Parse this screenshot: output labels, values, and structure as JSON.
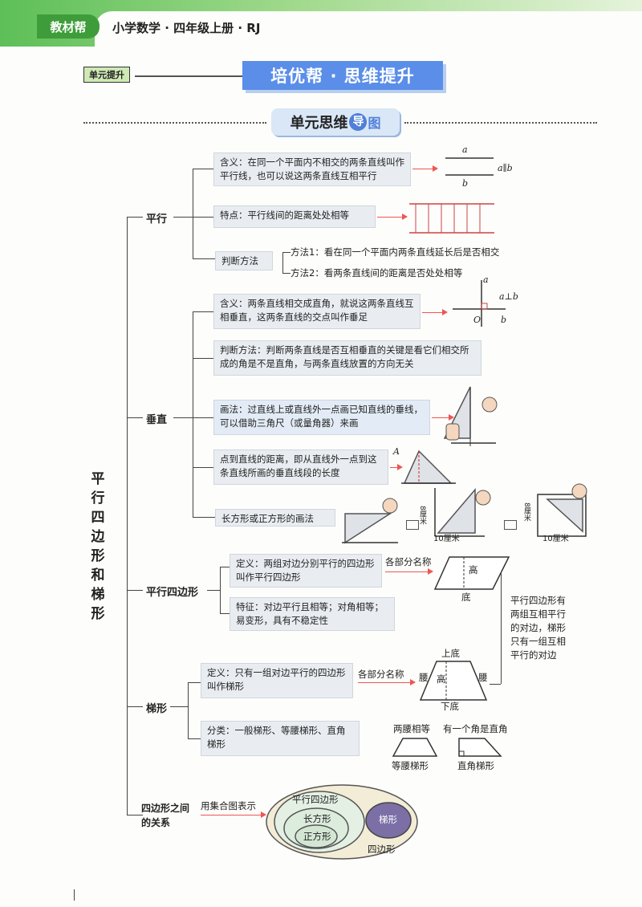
{
  "header": {
    "brand": "教材帮",
    "book": "小学数学 · 四年级上册 · RJ"
  },
  "section": {
    "tag": "单元提升",
    "title": "培优帮 · 思维提升",
    "subtitle": "单元思维",
    "badge1": "导",
    "badge2": "图"
  },
  "root": "平行四边形和梯形",
  "parallel": {
    "label": "平行",
    "definition": "含义：在同一个平面内不相交的两条直线叫作平行线，也可以说这两条直线互相平行",
    "fig_a": "a",
    "fig_b": "b",
    "fig_rel": "a∥b",
    "feature": "特点：平行线间的距离处处相等",
    "judge_label": "判断方法",
    "method1": "方法1：看在同一个平面内两条直线延长后是否相交",
    "method2": "方法2：看两条直线间的距离是否处处相等"
  },
  "perpendicular": {
    "label": "垂直",
    "definition": "含义：两条直线相交成直角，就说这两条直线互相垂直，这两条直线的交点叫作垂足",
    "fig_a": "a",
    "fig_b": "b",
    "fig_o": "O",
    "fig_rel": "a⊥b",
    "judge": "判断方法：判断两条直线是否互相垂直的关键是看它们相交所成的角是不是直角，与两条直线放置的方向无关",
    "draw": "画法：过直线上或直线外一点画已知直线的垂线，可以借助三角尺（或量角器）来画",
    "distance": "点到直线的距离，即从直线外一点到这条直线所画的垂直线段的长度",
    "fig_A": "A",
    "rect": "长方形或正方形的画法",
    "len_8": "8厘米",
    "len_10": "10厘米"
  },
  "parallelogram": {
    "label": "平行四边形",
    "definition": "定义：两组对边分别平行的四边形叫作平行四边形",
    "parts_label": "各部分名称",
    "height": "高",
    "base": "底",
    "feature": "特征：对边平行且相等；对角相等；易变形，具有不稳定性",
    "compare": "平行四边形有两组互相平行的对边，梯形只有一组互相平行的对边"
  },
  "trapezoid": {
    "label": "梯形",
    "definition": "定义：只有一组对边平行的四边形叫作梯形",
    "parts_label": "各部分名称",
    "top": "上底",
    "bottom": "下底",
    "leg_left": "腰",
    "leg_right": "腰",
    "height": "高",
    "classify": "分类：一般梯形、等腰梯形、直角梯形",
    "iso_note": "两腰相等",
    "right_note": "有一个角是直角",
    "iso_name": "等腰梯形",
    "right_name": "直角梯形"
  },
  "relation": {
    "label": "四边形之间的关系",
    "method": "用集合图表示",
    "set_parallelogram": "平行四边形",
    "set_rectangle": "长方形",
    "set_square": "正方形",
    "set_trapezoid": "梯形",
    "set_quadrilateral": "四边形"
  },
  "colors": {
    "green": "#5dbf57",
    "blue": "#5a8ee8",
    "box": "#e9edf1",
    "arrow": "#e55555"
  }
}
